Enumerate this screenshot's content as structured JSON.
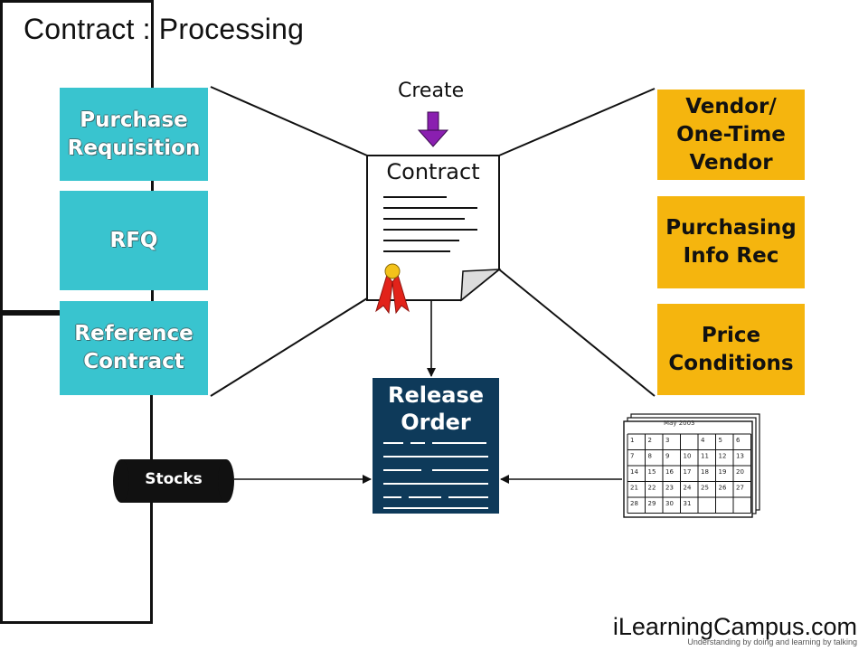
{
  "title": "Contract : Processing",
  "left_column": [
    {
      "label": "Purchase\nRequisition"
    },
    {
      "label": "RFQ"
    },
    {
      "label": "Reference\nContract"
    }
  ],
  "right_column": [
    {
      "label": "Vendor/\nOne-Time\nVendor"
    },
    {
      "label": "Purchasing\nInfo Rec"
    },
    {
      "label": "Price\nConditions"
    }
  ],
  "center": {
    "create_label": "Create",
    "contract_label": "Contract",
    "release_order_label": "Release\nOrder",
    "stocks_label": "Stocks"
  },
  "calendar": {
    "title": "May 2003",
    "cells": [
      "1",
      "2",
      "3",
      "",
      "4",
      "5",
      "6",
      "7",
      "8",
      "9",
      "10",
      "11",
      "12",
      "13",
      "14",
      "15",
      "16",
      "17",
      "18",
      "19",
      "20",
      "21",
      "22",
      "23",
      "24",
      "25",
      "26",
      "27",
      "28",
      "29",
      "30",
      "31",
      "",
      "",
      "",
      ""
    ]
  },
  "colors": {
    "teal": "#39c4cf",
    "gold": "#f5b50e",
    "navy": "#0e3a5a",
    "purple_arrow": "#8a1fb0",
    "ribbon": "#e2231a"
  },
  "footer": {
    "brand": "iLearningCampus.com",
    "tagline": "Understanding by doing and learning by talking"
  }
}
